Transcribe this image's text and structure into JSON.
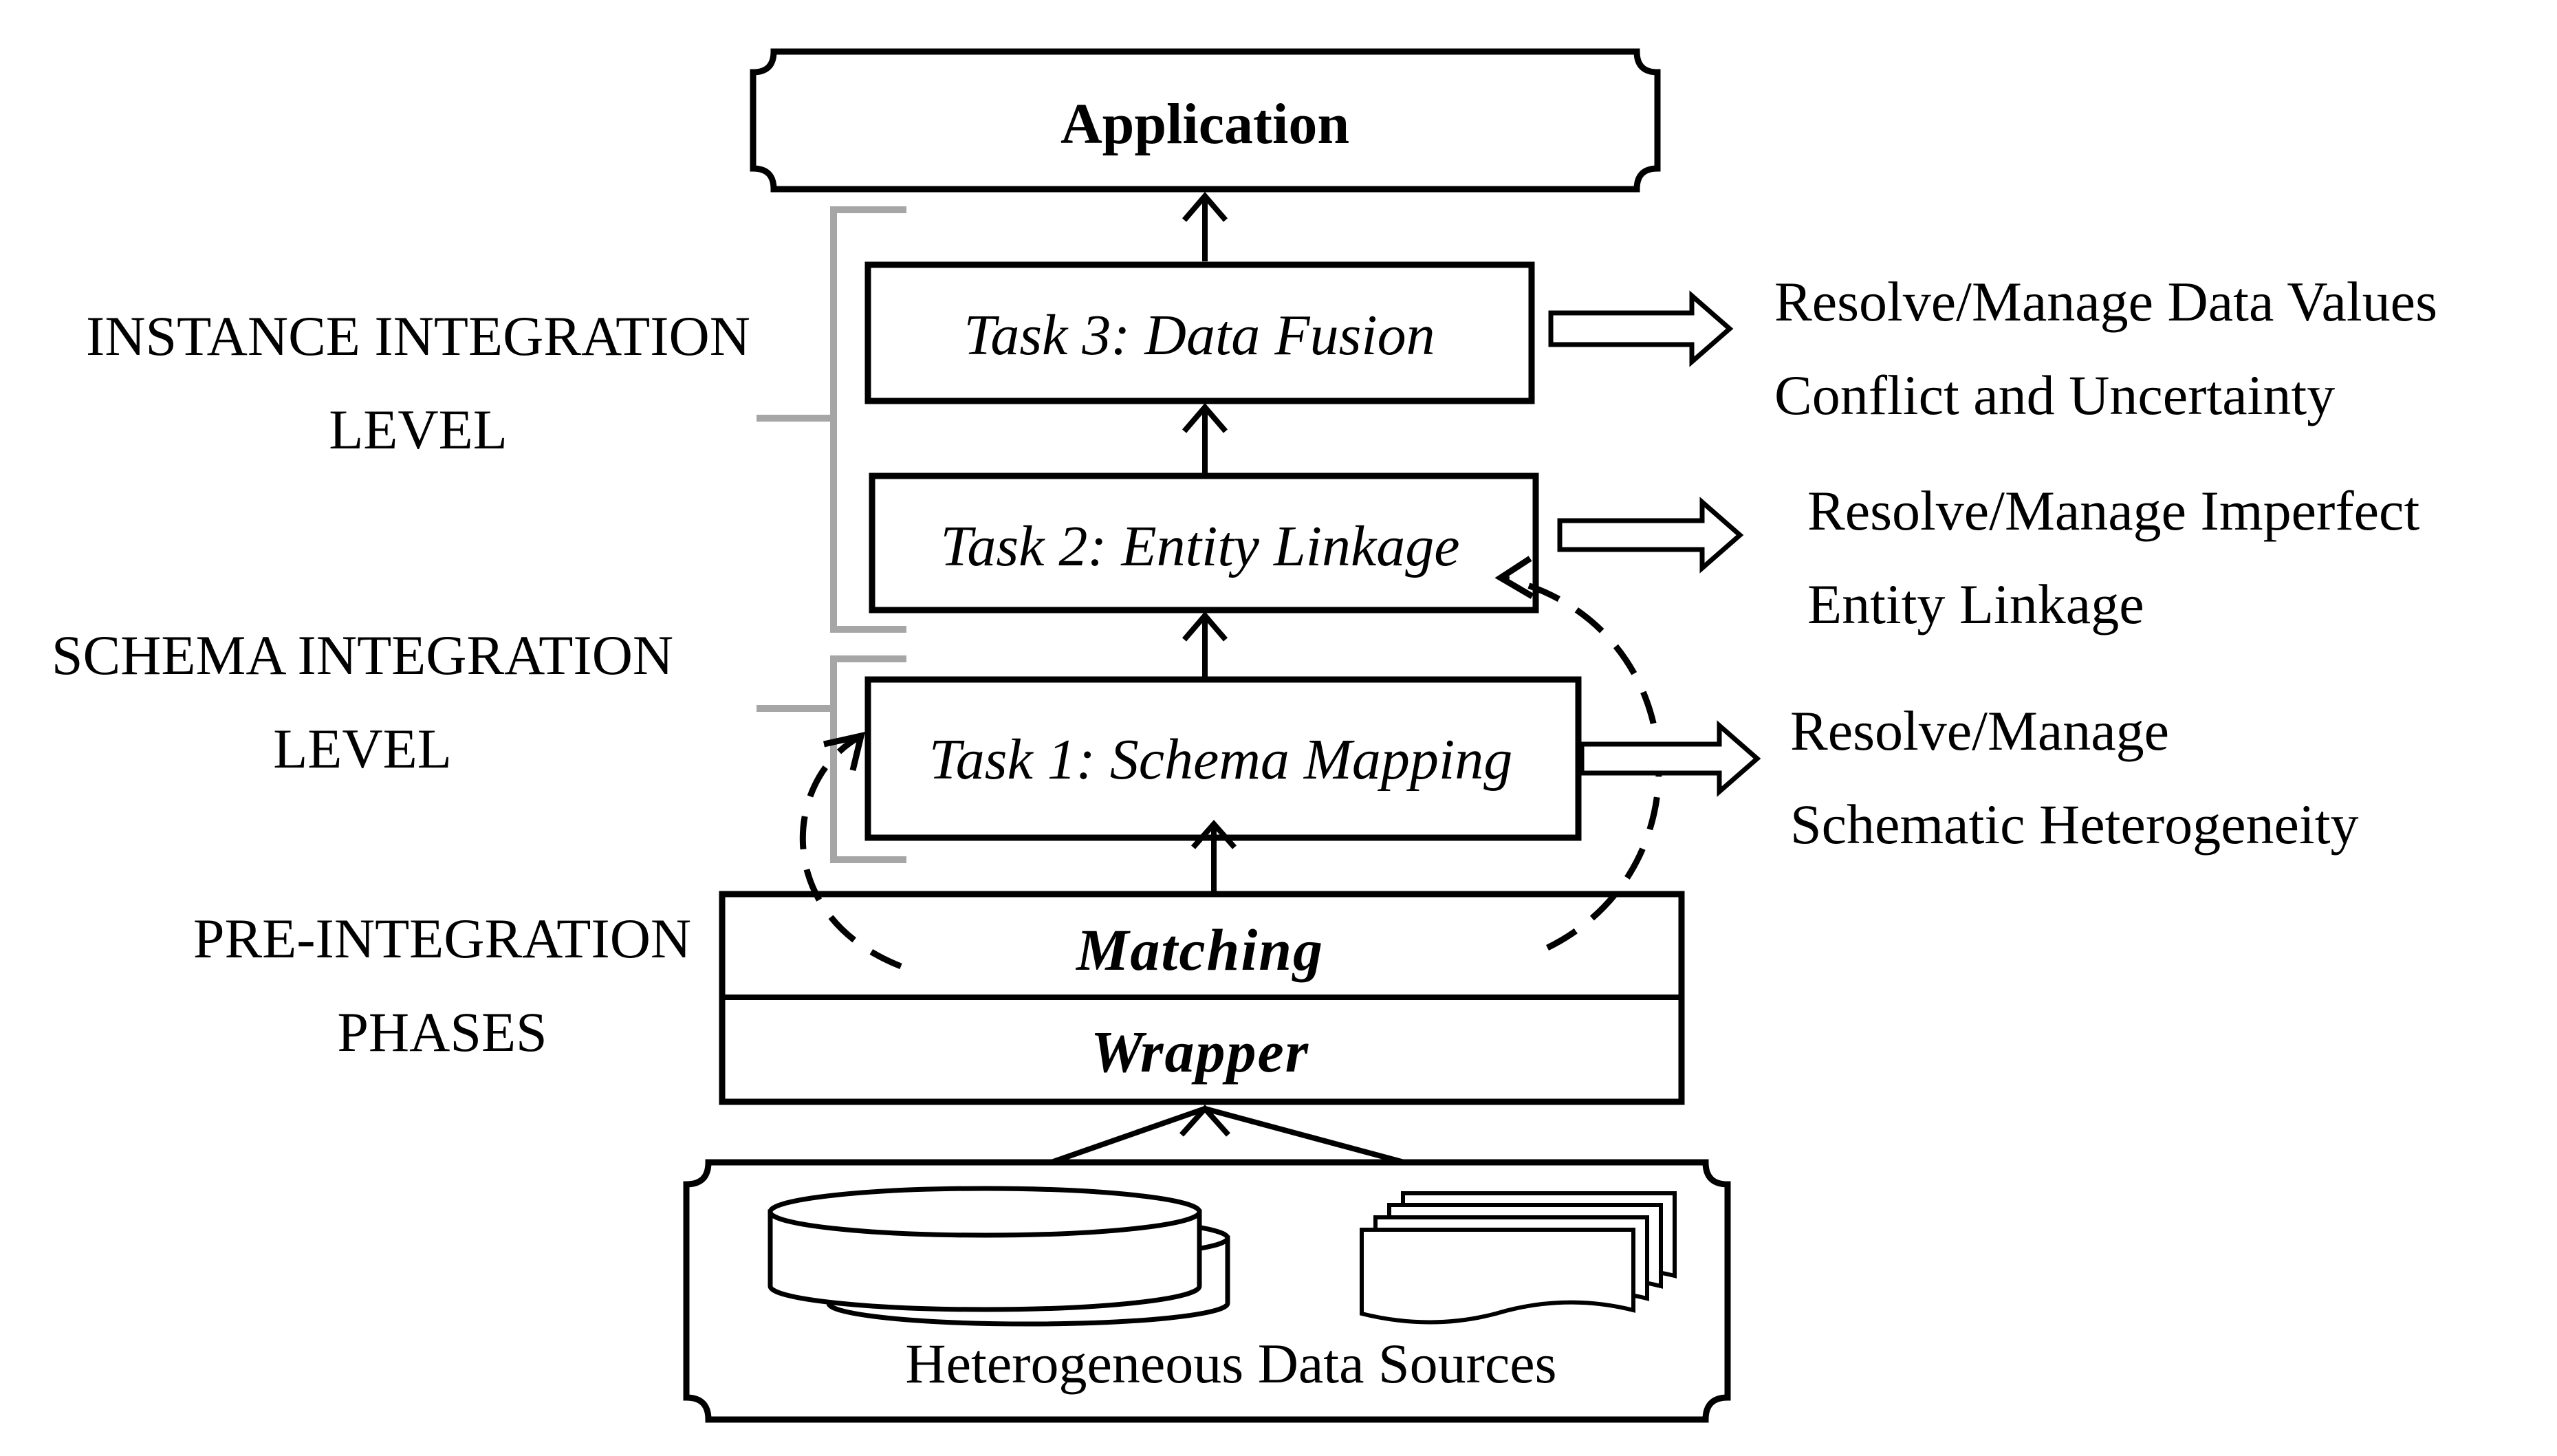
{
  "application": {
    "label": "Application"
  },
  "tasks": [
    {
      "label": "Task 3: Data Fusion"
    },
    {
      "label": "Task 2: Entity Linkage"
    },
    {
      "label": "Task 1: Schema Mapping"
    }
  ],
  "pre_integration": {
    "matching_label": "Matching",
    "wrapper_label": "Wrapper"
  },
  "sources": {
    "label": "Heterogeneous Data Sources"
  },
  "levels": {
    "instance": {
      "line1": "INSTANCE INTEGRATION",
      "line2": "LEVEL"
    },
    "schema": {
      "line1": "SCHEMA INTEGRATION",
      "line2": "LEVEL"
    },
    "pre": {
      "line1": "PRE-INTEGRATION",
      "line2": "PHASES"
    }
  },
  "outcomes": [
    {
      "line1": "Resolve/Manage Data Values",
      "line2": "Conflict and Uncertainty"
    },
    {
      "line1": "Resolve/Manage Imperfect",
      "line2": "Entity Linkage"
    },
    {
      "line1": "Resolve/Manage",
      "line2": "Schematic Heterogeneity"
    }
  ]
}
